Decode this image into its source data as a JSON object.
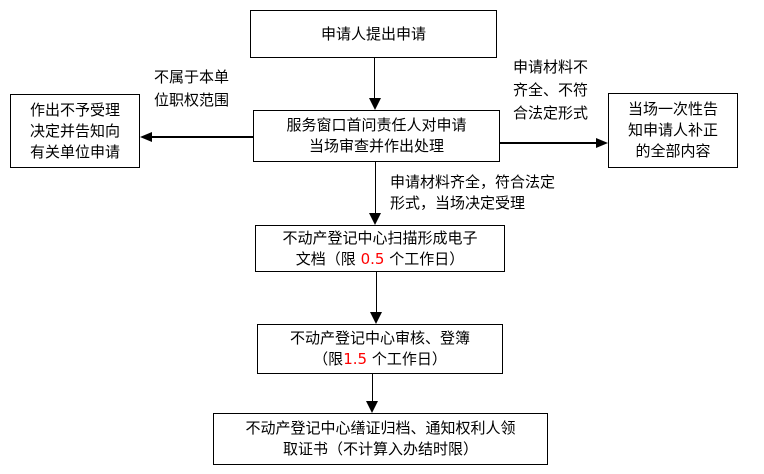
{
  "colors": {
    "background": "#ffffff",
    "node_border": "#000000",
    "text": "#000000",
    "highlight_red": "#ff0000"
  },
  "nodes": {
    "start": {
      "lines": [
        "申请人提出申请"
      ]
    },
    "review": {
      "lines": [
        "服务窗口首问责任人对申请",
        "当场审查并作出处理"
      ]
    },
    "reject": {
      "lines": [
        "作出不予受理",
        "决定并告知向",
        "有关单位申请"
      ]
    },
    "notify": {
      "lines": [
        "当场一次性告",
        "知申请人补正",
        "的全部内容"
      ]
    },
    "scan": {
      "line1": "不动产登记中心扫描形成电子",
      "line2_prefix": "文档（限 ",
      "line2_value": "0.5",
      "line2_suffix": " 个工作日）"
    },
    "audit": {
      "line1": "不动产登记中心审核、登簿",
      "line2_prefix": "（限",
      "line2_value": "1.5",
      "line2_suffix": " 个工作日）"
    },
    "archive": {
      "lines": [
        "不动产登记中心缮证归档、通知权利人领",
        "取证书（不计算入办结时限）"
      ]
    }
  },
  "labels": {
    "out_of_scope": {
      "lines": [
        "不属于本单",
        "位职权范围"
      ]
    },
    "incomplete": {
      "lines": [
        "申请材料不",
        "齐全、不符",
        "合法定形式"
      ]
    },
    "complete": {
      "lines": [
        "申请材料齐全，符合法定",
        "形式，当场决定受理"
      ]
    }
  }
}
